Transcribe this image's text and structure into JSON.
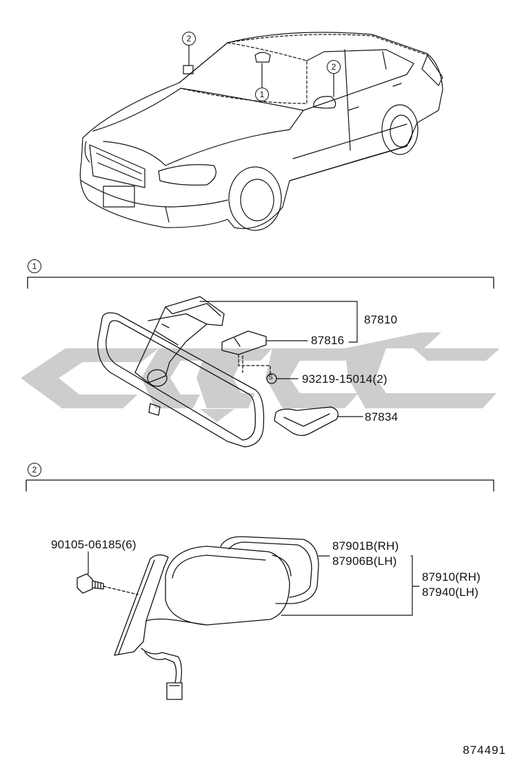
{
  "views": {
    "car_callout_1": "1",
    "car_callout_2_roof": "2",
    "car_callout_2_door": "2"
  },
  "section1": {
    "marker": "1",
    "parts": {
      "assembly": "87810",
      "stay": "87816",
      "screw": "93219-15014(2)",
      "screw_symbol": "S",
      "cover": "87834"
    }
  },
  "section2": {
    "marker": "2",
    "parts": {
      "bolt": "90105-06185(6)",
      "mirror_rh": "87901B(RH)",
      "mirror_lh": "87906B(LH)",
      "assembly_rh": "87910(RH)",
      "assembly_lh": "87940(LH)"
    }
  },
  "illustration_ref": "874491",
  "watermark_color": "#c8c8c8"
}
